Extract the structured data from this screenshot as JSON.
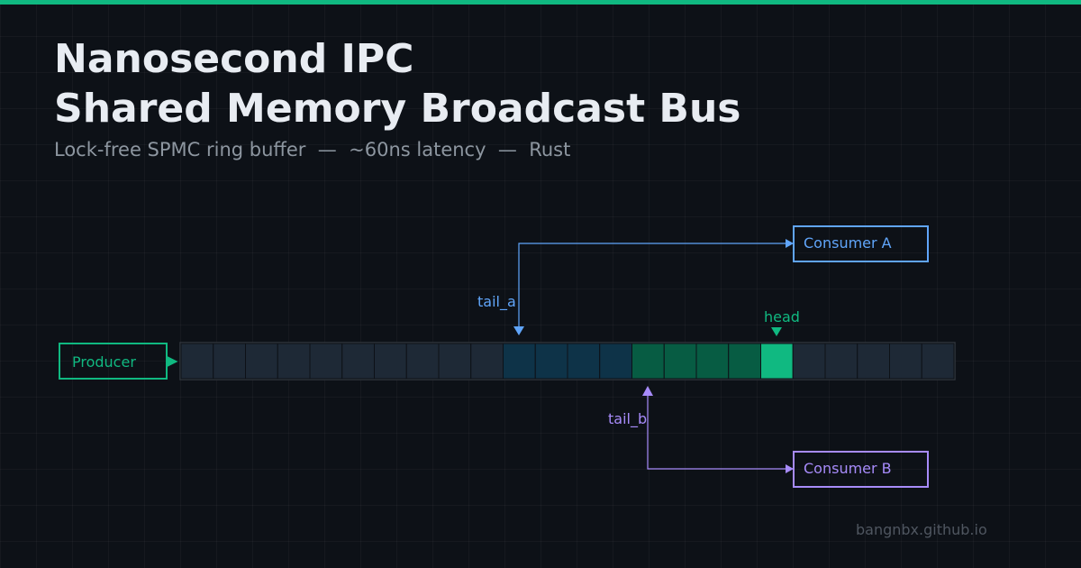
{
  "title_line_1": "Nanosecond IPC",
  "title_line_2": "Shared Memory Broadcast Bus",
  "subtitle": "Lock-free SPMC ring buffer  —  ~60ns latency  —  Rust",
  "footer": "bangnbx.github.io",
  "colors": {
    "accent": "#10b981",
    "consumer_a": "#60a5fa",
    "consumer_b": "#a78bfa",
    "slot_empty": "#1e2936",
    "slot_read_a": "#0e3348",
    "slot_unread": "#075c43",
    "slot_head": "#10b981"
  },
  "diagram": {
    "producer_label": "Producer",
    "consumer_a_label": "Consumer A",
    "consumer_b_label": "Consumer B",
    "tail_a_label": "tail_a",
    "tail_b_label": "tail_b",
    "head_label": "head",
    "slot_count": 24,
    "tail_a_slot": 10,
    "tail_b_slot": 14,
    "head_slot": 18
  }
}
